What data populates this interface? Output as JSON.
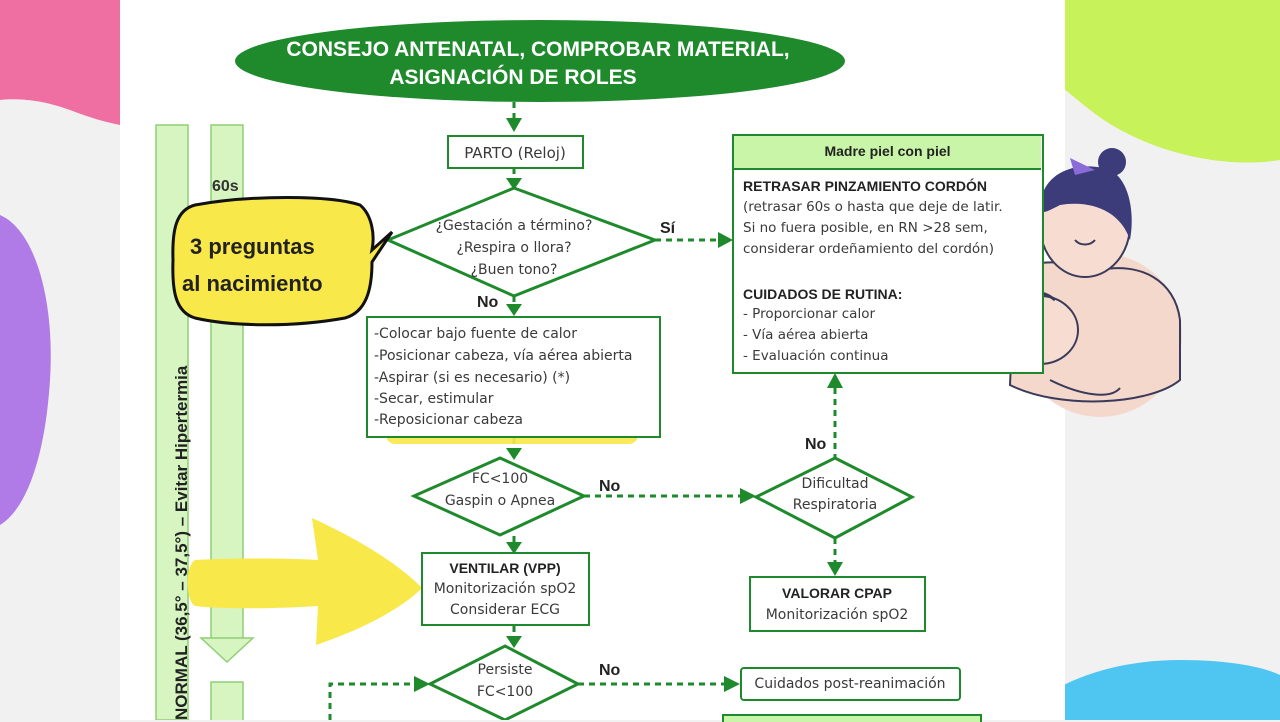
{
  "header": {
    "line1": "CONSEJO ANTENATAL, COMPROBAR MATERIAL,",
    "line2": "ASIGNACIÓN DE ROLES"
  },
  "side": {
    "timer": "60s",
    "vertical_label": "NORMAL (36,5° – 37,5°) – Evitar Hipertermia"
  },
  "callout": {
    "line1": "3 preguntas",
    "line2": "al nacimiento"
  },
  "parto": "PARTO (Reloj)",
  "diamond1": {
    "line1": "¿Gestación a término?",
    "line2": "¿Respira o llora?",
    "line3": "¿Buen tono?",
    "yes": "Sí",
    "no": "No"
  },
  "steps": {
    "items": [
      "-Colocar bajo fuente de calor",
      "-Posicionar cabeza, vía aérea abierta",
      "-Aspirar (si es necesario) (*)",
      "-Secar, estimular",
      "-Reposicionar cabeza"
    ]
  },
  "madre": {
    "header": "Madre piel con piel",
    "title1": "RETRASAR PINZAMIENTO CORDÓN",
    "text1": [
      "(retrasar 60s o hasta que deje de latir.",
      "Si no fuera posible, en RN >28 sem,",
      "considerar ordeñamiento del cordón)"
    ],
    "title2": "CUIDADOS DE RUTINA:",
    "items": [
      "- Proporcionar calor",
      "- Vía aérea abierta",
      "- Evaluación continua"
    ]
  },
  "diamond2": {
    "line1": "FC<100",
    "line2": "Gaspin o Apnea",
    "no": "No"
  },
  "dificultad": {
    "line1": "Dificultad",
    "line2": "Respiratoria",
    "no": "No"
  },
  "ventilar": {
    "title": "VENTILAR (VPP)",
    "line1": "Monitorización spO2",
    "line2": "Considerar ECG"
  },
  "cpap": {
    "title": "VALORAR CPAP",
    "line1": "Monitorización spO2"
  },
  "diamond3": {
    "line1": "Persiste",
    "line2": "FC<100",
    "no": "No"
  },
  "post": "Cuidados post-reanimación",
  "colors": {
    "green": "#1e8a2c",
    "light_green": "#c8f5a8",
    "yellow": "#f8e84a",
    "pink": "#ef6fa3",
    "lime": "#c7f25a",
    "purple": "#b07be6",
    "blue": "#4fc6f2"
  }
}
